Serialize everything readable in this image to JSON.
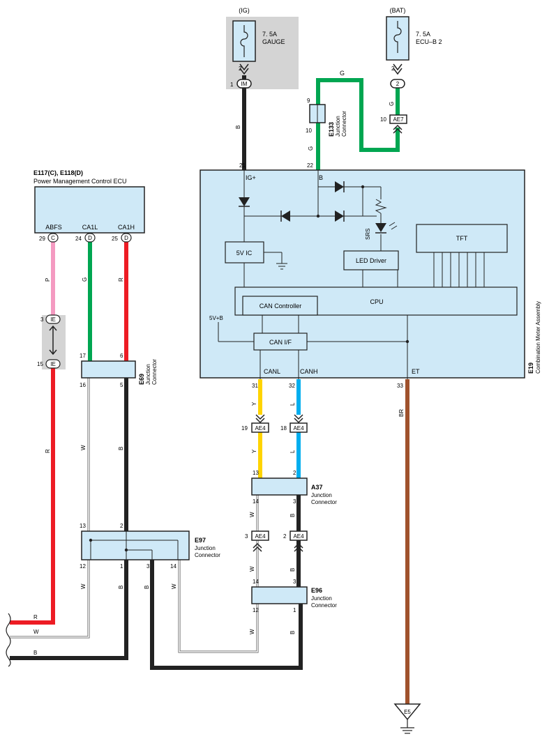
{
  "top": {
    "ig": {
      "supply": "(IG)",
      "rating": "7. 5A",
      "name": "GAUGE",
      "pin_fuse": "2",
      "pin_conn": "1",
      "conn": "IM"
    },
    "bat": {
      "supply": "(BAT)",
      "rating": "7. 5A",
      "name": "ECU–B 2",
      "pin_fuse": "2",
      "conn_pin": "2"
    },
    "wire_bat_color": "G",
    "wire_ig_color": "B",
    "e133": {
      "id": "E133",
      "title": "Junction",
      "title2": "Connector",
      "pin_top": "9",
      "pin_bottom": "10",
      "wire": "G"
    },
    "ae7": {
      "conn": "AE7",
      "pin": "10",
      "wire": "G"
    }
  },
  "meter": {
    "id": "E19",
    "title": "Combination Meter Assembly",
    "pin_ig": "21",
    "label_ig": "IG+",
    "pin_b": "22",
    "label_b": "B",
    "ic5v": "5V IC",
    "led_driver": "LED Driver",
    "srs": "SRS",
    "tft": "TFT",
    "cpu": "CPU",
    "can_controller": "CAN Controller",
    "v5b": "5V+B",
    "can_if": "CAN I/F",
    "label_canl": "CANL",
    "label_canh": "CANH",
    "label_et": "ET",
    "pin_canl": "31",
    "pin_canh": "32",
    "pin_et": "33"
  },
  "ecu": {
    "ids": "E117(C), E118(D)",
    "name": "Power Management Control ECU",
    "abfs": "ABFS",
    "ca1l": "CA1L",
    "ca1h": "CA1H",
    "pin_abfs": "29",
    "conn_abfs": "C",
    "pin_ca1l": "24",
    "conn_ca1l": "D",
    "pin_ca1h": "25",
    "conn_ca1h": "D"
  },
  "ie": {
    "conn": "IE",
    "pin_top": "3",
    "pin_bottom": "15"
  },
  "e69": {
    "id": "E69",
    "title": "Junction",
    "title2": "Connector",
    "pin_tl": "17",
    "pin_tr": "6",
    "pin_bl": "16",
    "pin_br": "5"
  },
  "e97": {
    "id": "E97",
    "title": "Junction",
    "title2": "Connector",
    "pin_13": "13",
    "pin_2": "2",
    "pin_12": "12",
    "pin_1": "1",
    "pin_3": "3",
    "pin_14": "14"
  },
  "a37": {
    "id": "A37",
    "title": "Junction",
    "title2": "Connector",
    "pin_13": "13",
    "pin_2": "2",
    "pin_14": "14",
    "pin_3": "3"
  },
  "e96": {
    "id": "E96",
    "title": "Junction",
    "title2": "Connector",
    "pin_14": "14",
    "pin_3": "3",
    "pin_12": "12",
    "pin_1": "1"
  },
  "ae4": {
    "conn": "AE4",
    "pin_19": "19",
    "pin_18": "18",
    "pin_3": "3",
    "pin_2": "2"
  },
  "wires": {
    "p": "P",
    "g": "G",
    "r": "R",
    "y": "Y",
    "l": "L",
    "br": "BR",
    "w": "W",
    "b": "B"
  },
  "ground": {
    "id": "E5"
  },
  "colors": {
    "box": "#cfe9f7",
    "grey": "#d4d4d4",
    "black": "#222222",
    "green": "#00a651",
    "red": "#ed1c24",
    "pink": "#f49ac1",
    "yellow": "#ffd400",
    "blue": "#00aeef",
    "brown": "#a0522d"
  }
}
